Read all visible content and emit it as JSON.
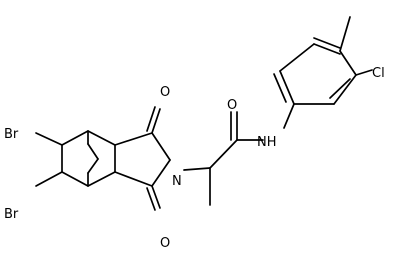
{
  "molecule": {
    "atom_labels": {
      "br_upper": "Br",
      "br_lower": "Br",
      "o_upper": "O",
      "o_lower": "O",
      "n_ring": "N",
      "o_amide": "O",
      "nh_amide": "NH",
      "cl": "Cl"
    }
  }
}
